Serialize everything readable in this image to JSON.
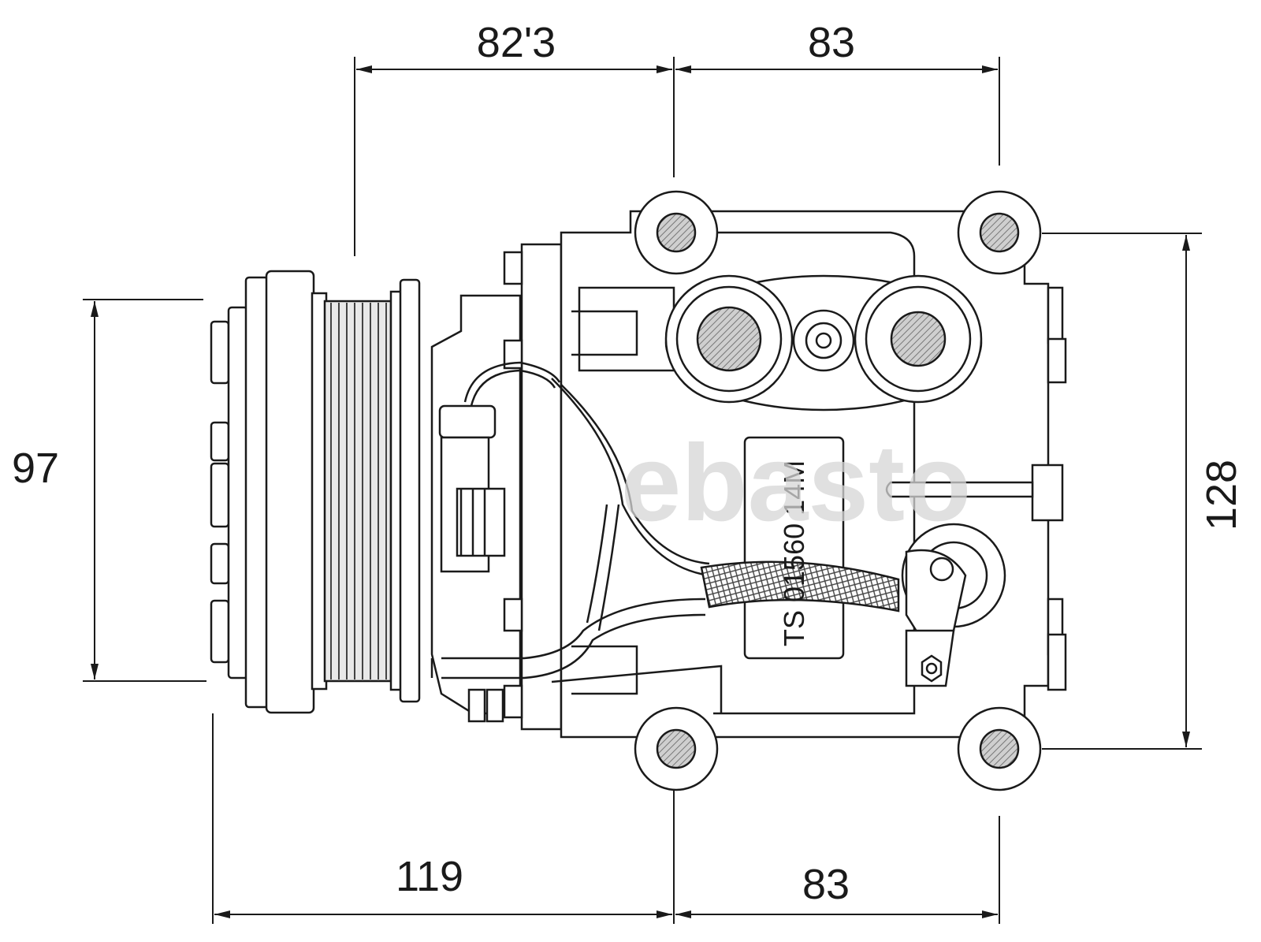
{
  "dimensions": {
    "top_left": "82'3",
    "top_right": "83",
    "left_height": "97",
    "right_height": "128",
    "bottom_left": "119",
    "bottom_right": "83"
  },
  "part_label": "TS 01560 14M",
  "watermark": "ebasto",
  "colors": {
    "ink": "#1a1a1a",
    "hatch": "#9a9a9a",
    "watermark": "#d6d6d6"
  }
}
